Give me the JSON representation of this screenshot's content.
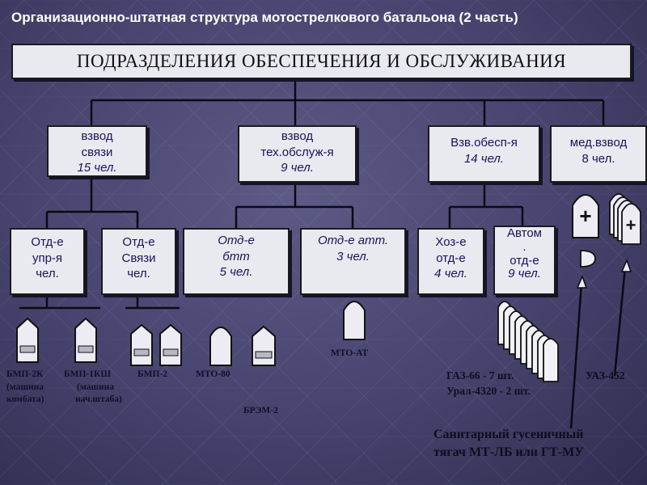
{
  "title": "Организационно-штатная структура мотострелкового батальона (2 часть)",
  "header": "ПОДРАЗДЕЛЕНИЯ ОБЕСПЕЧЕНИЯ И ОБСЛУЖИВАНИЯ",
  "platoons": {
    "signal": {
      "l1": "взвод",
      "l2": "связи",
      "l3": "15 чел."
    },
    "maintenance": {
      "l1": "взвод",
      "l2": "тех.обслуж-я",
      "l3": "9 чел."
    },
    "supply": {
      "l1": "Взв.обесп-я",
      "l2": "14 чел."
    },
    "medical": {
      "l1": "мед.взвод",
      "l2": "8 чел."
    }
  },
  "sections": {
    "control": {
      "l1": "Отд-е",
      "l2": "упр-я",
      "l3": "чел."
    },
    "comms": {
      "l1": "Отд-е",
      "l2": "Связи",
      "l3": "чел."
    },
    "armor": {
      "l1": "Отд-е",
      "l2": "бтт",
      "l3": "5 чел."
    },
    "arty": {
      "l1": "Отд-е атт.",
      "l2": "3 чел."
    },
    "household": {
      "l1": "Хоз-е",
      "l2": "отд-е",
      "l3": "4 чел."
    },
    "auto": {
      "l1": "Автом",
      "l2": ".",
      "l3": "отд-е",
      "l4": "9 чел."
    }
  },
  "vehicles": {
    "bmp2k": {
      "l1": "БМП-2К",
      "l2": "(машина",
      "l3": "комбата)"
    },
    "bmp1ksh": {
      "l1": "БМП-1КШ",
      "l2": "(машина",
      "l3": "нач.штаба)"
    },
    "bmp2": "БМП-2",
    "mto80": "МТО-80",
    "brem2": "БРЭМ-2",
    "mtoat": "МТО-АТ",
    "trucks": {
      "l1": "ГАЗ-66 - 7 шт.",
      "l2": "Урал-4320 - 2 шт."
    },
    "uaz": "УАЗ-452"
  },
  "caption": {
    "l1": "Санитарный гусеничный",
    "l2": "тягач МТ-ЛБ или ГТ-МУ"
  }
}
